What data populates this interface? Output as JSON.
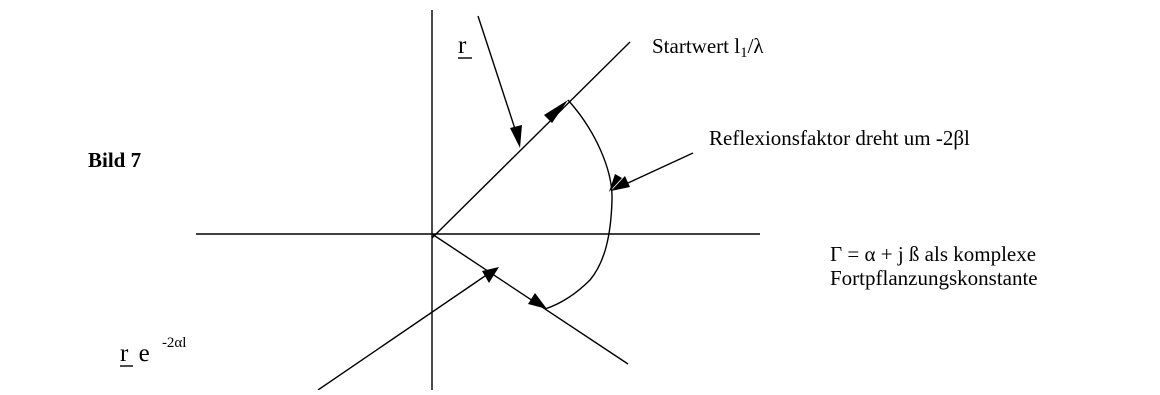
{
  "figure_label": "Bild 7",
  "labels": {
    "r_symbol": "r",
    "start_value_prefix": "Startwert l",
    "start_value_sub": "1",
    "start_value_suffix": "/λ",
    "rotation": "Reflexionsfaktor dreht um -2βl",
    "gamma_line1": "Γ = α + j ß als komplexe",
    "gamma_line2": "Fortpflanzungskonstante",
    "r_damped_symbol": "r",
    "r_damped_e": "e",
    "r_damped_exp": "-2αl"
  }
}
